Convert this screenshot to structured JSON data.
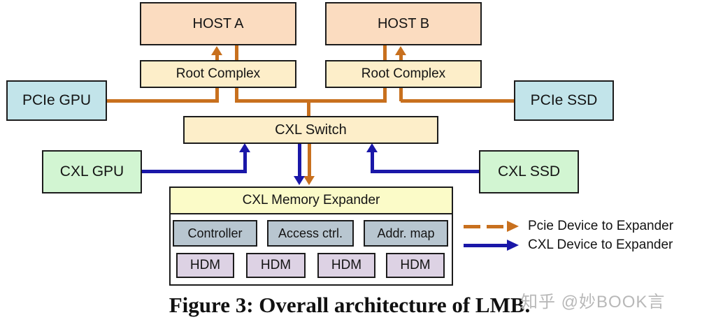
{
  "diagram": {
    "hosts": {
      "a": "HOST A",
      "b": "HOST B"
    },
    "root_complex_a": "Root Complex",
    "root_complex_b": "Root Complex",
    "pcie_gpu": "PCIe GPU",
    "pcie_ssd": "PCIe SSD",
    "cxl_switch": "CXL Switch",
    "cxl_gpu": "CXL GPU",
    "cxl_ssd": "CXL SSD",
    "expander": {
      "title": "CXL Memory Expander",
      "modules": [
        "Controller",
        "Access ctrl.",
        "Addr. map"
      ],
      "hdm": [
        "HDM",
        "HDM",
        "HDM",
        "HDM"
      ]
    },
    "legend": [
      {
        "label": "Pcie Device to Expander",
        "style": "dashed",
        "color": "#c8701e"
      },
      {
        "label": "CXL Device to Expander",
        "style": "solid",
        "color": "#1a17a8"
      }
    ],
    "colors": {
      "host_fill": "#fbdcc0",
      "complex_fill": "#fdeec9",
      "pcie_fill": "#c2e4ea",
      "cxl_fill": "#d2f5d2",
      "expander_title_fill": "#fbfbc8",
      "module_fill": "#b8c6d0",
      "hdm_fill": "#ddd2e4",
      "pcie_line": "#c8701e",
      "cxl_line": "#1a17a8"
    }
  },
  "caption": "Figure 3: Overall architecture of LMB.",
  "watermark": "知乎 @妙BOOK言"
}
